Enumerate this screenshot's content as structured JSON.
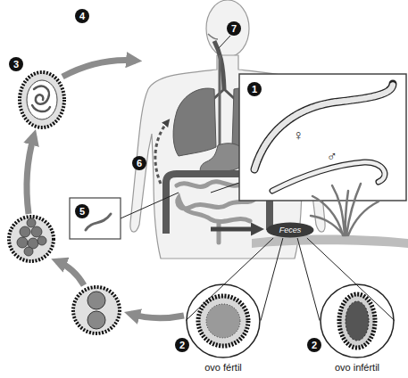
{
  "diagram": {
    "nodes": [
      {
        "text": [
          "Feces"
        ]
      },
      {
        "text": [
          "ovo fértil"
        ]
      },
      {
        "text": [
          "ovo infértil"
        ]
      }
    ],
    "edges": [
      {
        "from": 0,
        "to": 1,
        "arrow": "none"
      },
      {
        "from": 0,
        "to": 1,
        "arrow": "none"
      },
      {
        "from": 0,
        "to": 2,
        "arrow": "none"
      },
      {
        "from": 0,
        "to": 2,
        "arrow": "none"
      }
    ],
    "labels": [
      "4",
      "7",
      "3",
      "1",
      "♀",
      "♂",
      "6",
      "5",
      "2",
      "2"
    ]
  }
}
